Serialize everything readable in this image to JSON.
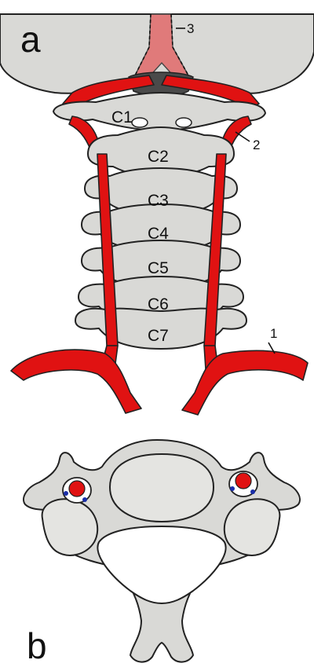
{
  "panels": {
    "a": "a",
    "b": "b"
  },
  "vertebrae": [
    "C1",
    "C2",
    "C3",
    "C4",
    "C5",
    "C6",
    "C7"
  ],
  "callouts": {
    "one": "1",
    "two": "2",
    "three": "3"
  },
  "colors": {
    "artery": "#e01212",
    "bone": "#d9d9d6",
    "nerve_dot": "#1a2ea8"
  }
}
